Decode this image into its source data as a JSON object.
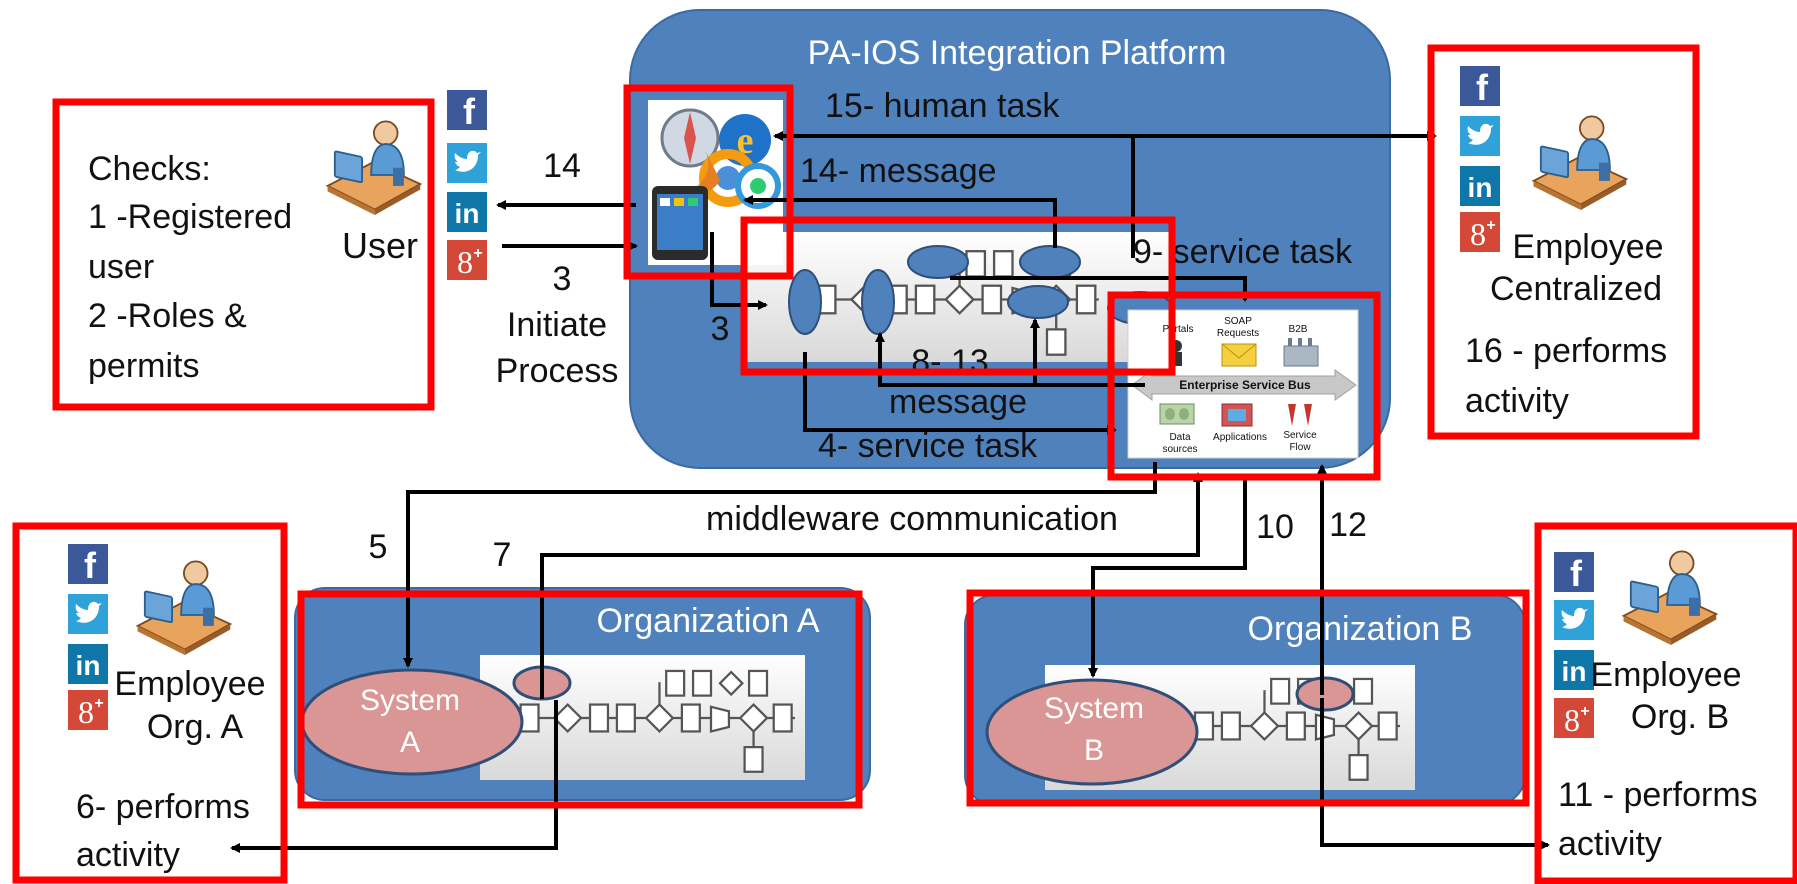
{
  "platform": {
    "title": "PA-IOS Integration Platform"
  },
  "user_box": {
    "checks_title": "Checks:",
    "check1_line1": "1 -Registered",
    "check1_line2": "user",
    "check2_line1": "2 -Roles &",
    "check2_line2": "permits",
    "user_label": "User"
  },
  "centralized": {
    "employee_label": "Employee",
    "centralized_label": "Centralized",
    "activity_line1": "16 - performs",
    "activity_line2": "activity"
  },
  "org_a_employee": {
    "employee_label": "Employee",
    "org_label": "Org. A",
    "activity_line1": "6- performs",
    "activity_line2": "activity"
  },
  "org_b_employee": {
    "employee_label": "Employee",
    "org_label": "Org. B",
    "activity_line1": "11 - performs",
    "activity_line2": "activity"
  },
  "organization_a": {
    "title": "Organization A",
    "system_line1": "System",
    "system_line2": "A"
  },
  "organization_b": {
    "title": "Organization B",
    "system_line1": "System",
    "system_line2": "B"
  },
  "esb": {
    "bus_label": "Enterprise Service Bus",
    "portals": "Portals",
    "soap_line1": "SOAP",
    "soap_line2": "Requests",
    "b2b": "B2B",
    "data_line1": "Data",
    "data_line2": "sources",
    "applications": "Applications",
    "flow_line1": "Service",
    "flow_line2": "Flow"
  },
  "flow_labels": {
    "human_task": "15- human task",
    "message_14": "14- message",
    "service_task_9": "9- service task",
    "label_14": "14",
    "label_3": "3",
    "initiate": "Initiate",
    "process": "Process",
    "label_3_side": "3",
    "message_8_13": "8- 13",
    "message": "message",
    "service_task_4": "4- service task",
    "middleware": "middleware communication",
    "label_5": "5",
    "label_7": "7",
    "label_10": "10",
    "label_12": "12"
  },
  "social_icons": {
    "facebook": "f",
    "twitter": "t",
    "linkedin": "in",
    "googleplus": "8+"
  },
  "colors": {
    "platform_blue": "#4f81bd",
    "highlight_red": "#ff0000",
    "system_pink": "#d99694",
    "facebook": "#3b5998",
    "twitter": "#2fa3d9",
    "linkedin": "#0e76a8",
    "googleplus": "#d34836"
  }
}
